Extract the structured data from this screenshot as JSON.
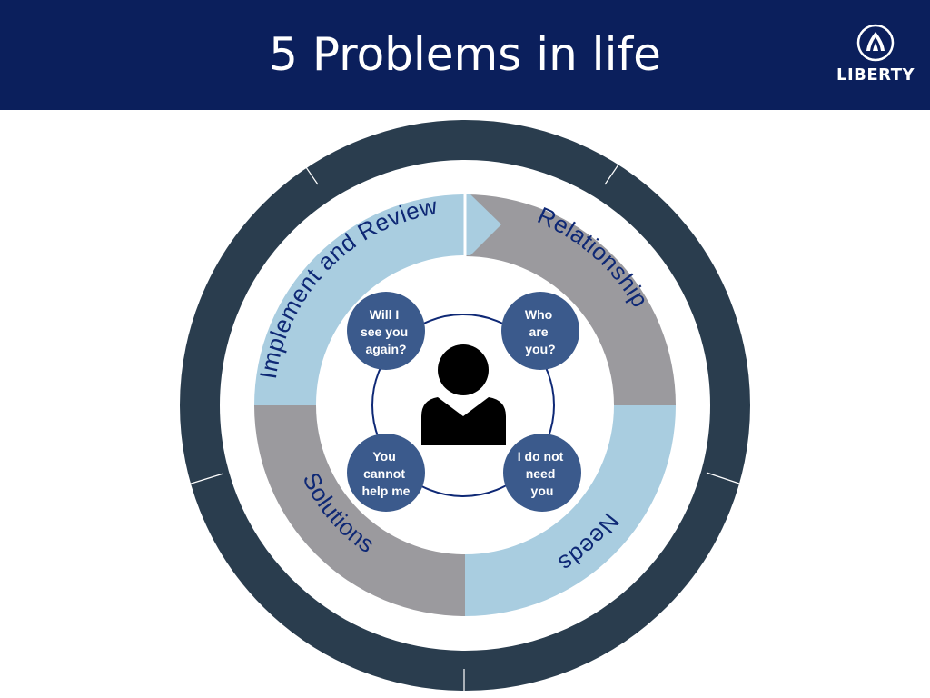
{
  "slide": {
    "title": "5 Problems in life"
  },
  "logo": {
    "text": "LIBERTY"
  },
  "diagram": {
    "segments": [
      {
        "id": "implement-review",
        "label": "Implement and Review"
      },
      {
        "id": "relationship",
        "label": "Relationship"
      },
      {
        "id": "needs",
        "label": "Needs"
      },
      {
        "id": "solutions",
        "label": "Solutions"
      }
    ],
    "bubbles": [
      {
        "lines": [
          "Will I",
          "see you",
          "again?"
        ]
      },
      {
        "lines": [
          "Who",
          "are",
          "you?"
        ]
      },
      {
        "lines": [
          "You",
          "cannot",
          "help me"
        ]
      },
      {
        "lines": [
          "I do not",
          "need",
          "you"
        ]
      }
    ],
    "center_icon": "person-icon"
  },
  "colors": {
    "header": "#0b1f5c",
    "outer_ring": "#2a3d4e",
    "gray_segment": "#9b9a9e",
    "light_blue_segment": "#a9cde0",
    "bubble": "#3b5a8c",
    "arc_text": "#0e2875"
  }
}
